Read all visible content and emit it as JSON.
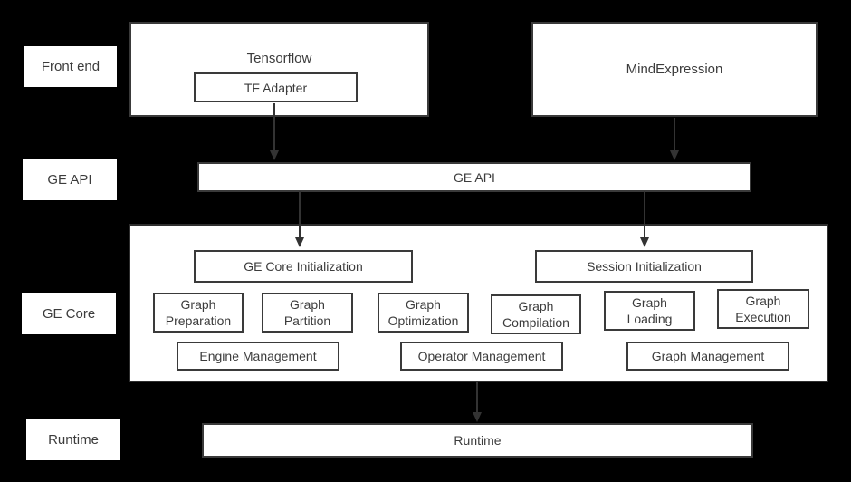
{
  "colors": {
    "background": "#000000",
    "box_fill": "#ffffff",
    "border": "#3a3a3a",
    "text": "#3c3c3c",
    "arrow": "#333333"
  },
  "side_labels": {
    "front_end": "Front end",
    "ge_api": "GE API",
    "ge_core": "GE Core",
    "runtime": "Runtime"
  },
  "frontend": {
    "tensorflow": "Tensorflow",
    "tf_adapter": "TF Adapter",
    "mindexpression": "MindExpression"
  },
  "api_bar": {
    "label": "GE API"
  },
  "core": {
    "init_left": "GE Core Initialization",
    "init_right": "Session Initialization",
    "modules": [
      "Graph Preparation",
      "Graph Partition",
      "Graph Optimization",
      "Graph Compilation",
      "Graph Loading",
      "Graph Execution"
    ],
    "management": [
      "Engine Management",
      "Operator Management",
      "Graph Management"
    ]
  },
  "runtime_bar": {
    "label": "Runtime"
  }
}
